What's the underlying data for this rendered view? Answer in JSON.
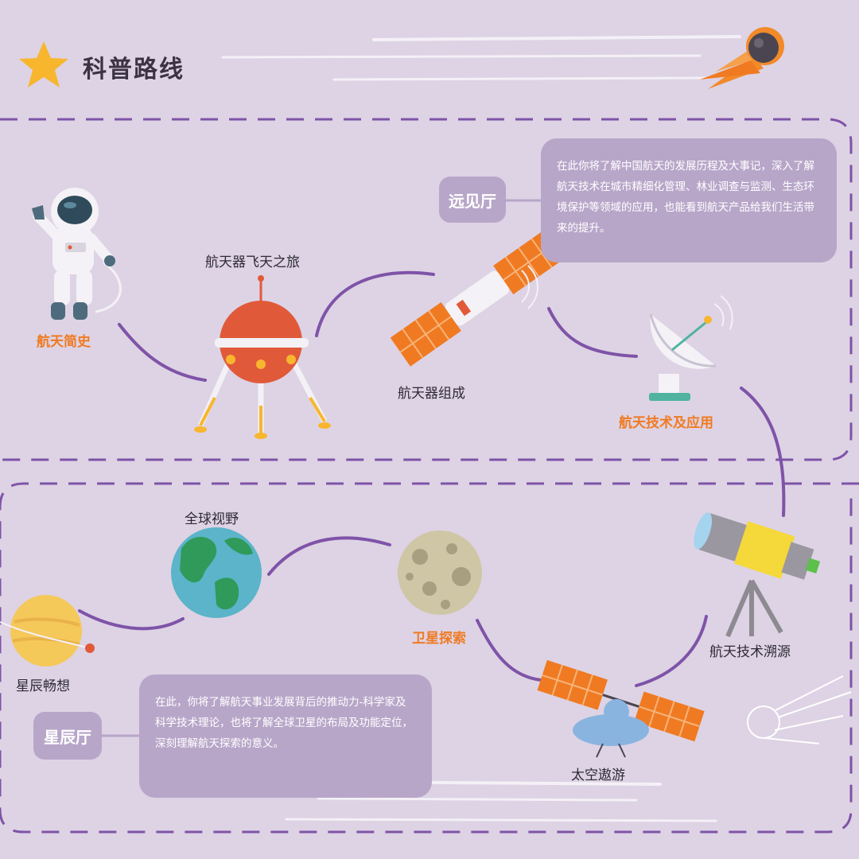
{
  "title": "科普路线",
  "halls": [
    {
      "name": "远见厅",
      "description": "在此你将了解中国航天的发展历程及大事记，深入了解航天技术在城市精细化管理、林业调查与监测、生态环境保护等领域的应用，也能看到航天产品给我们生活带来的提升。"
    },
    {
      "name": "星辰厅",
      "description": "在此，你将了解航天事业发展背后的推动力-科学家及科学技术理论，也将了解全球卫星的布局及功能定位，深刻理解航天探索的意义。"
    }
  ],
  "stops": [
    {
      "label": "航天简史",
      "icon": "astronaut-icon",
      "highlight": true
    },
    {
      "label": "航天器飞天之旅",
      "icon": "lander-icon",
      "highlight": false
    },
    {
      "label": "航天器组成",
      "icon": "satellite-icon",
      "highlight": false
    },
    {
      "label": "航天技术及应用",
      "icon": "radar-dish-icon",
      "highlight": true
    },
    {
      "label": "航天技术溯源",
      "icon": "telescope-icon",
      "highlight": false
    },
    {
      "label": "太空遨游",
      "icon": "space-station-icon",
      "highlight": false
    },
    {
      "label": "卫星探索",
      "icon": "moon-icon",
      "highlight": true
    },
    {
      "label": "全球视野",
      "icon": "earth-icon",
      "highlight": false
    },
    {
      "label": "星辰畅想",
      "icon": "planet-icon",
      "highlight": false
    }
  ],
  "colors": {
    "background": "#ddd3e4",
    "path": "#7f53a8",
    "panel": "#b8a6c9",
    "highlight_label": "#f07a22",
    "dashed_border": "#7f53a8"
  }
}
